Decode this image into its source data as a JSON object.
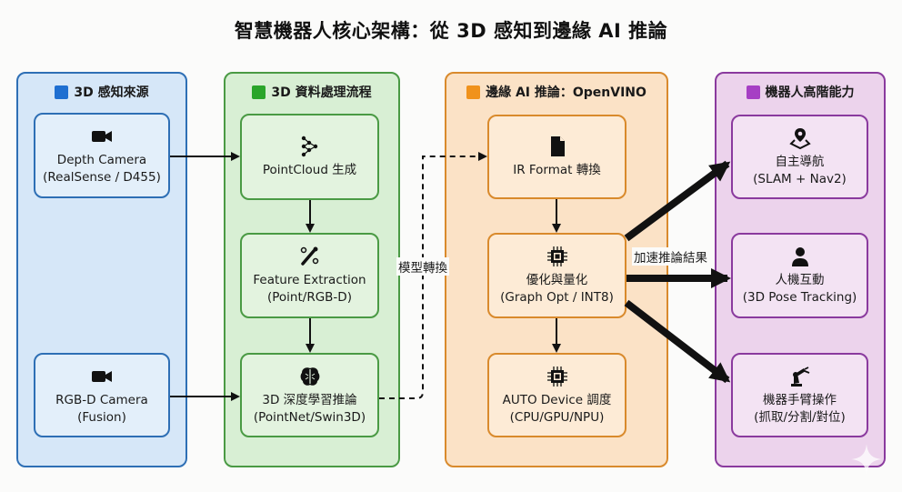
{
  "title": "智慧機器人核心架構：從 3D 感知到邊緣 AI 推論",
  "columns": [
    {
      "id": "perception",
      "header": "3D 感知來源",
      "swatch_color": "#1f6fd1",
      "nodes": [
        {
          "icon": "video-camera-icon",
          "line1": "Depth Camera",
          "line2": "(RealSense / D455)"
        },
        {
          "icon": "video-camera-icon",
          "line1": "RGB-D Camera",
          "line2": "(Fusion)"
        }
      ]
    },
    {
      "id": "processing",
      "header": "3D 資料處理流程",
      "swatch_color": "#2aa52a",
      "nodes": [
        {
          "icon": "neural-network-icon",
          "line1": "PointCloud 生成",
          "line2": ""
        },
        {
          "icon": "tools-icon",
          "line1": "Feature Extraction",
          "line2": "(Point/RGB-D)"
        },
        {
          "icon": "brain-icon",
          "line1": "3D 深度學習推論",
          "line2": "(PointNet/Swin3D)"
        }
      ]
    },
    {
      "id": "edge-ai",
      "header": "邊緣 AI 推論：OpenVINO",
      "swatch_color": "#f0921c",
      "nodes": [
        {
          "icon": "document-icon",
          "line1": "IR Format 轉換",
          "line2": ""
        },
        {
          "icon": "chip-icon",
          "line1": "優化與量化",
          "line2": "(Graph Opt / INT8)"
        },
        {
          "icon": "chip-icon",
          "line1": "AUTO Device 調度",
          "line2": "(CPU/GPU/NPU)"
        }
      ]
    },
    {
      "id": "capabilities",
      "header": "機器人高階能力",
      "swatch_color": "#a63fc4",
      "nodes": [
        {
          "icon": "map-pin-icon",
          "line1": "自主導航",
          "line2": "(SLAM + Nav2)"
        },
        {
          "icon": "person-icon",
          "line1": "人機互動",
          "line2": "(3D Pose Tracking)"
        },
        {
          "icon": "robot-arm-icon",
          "line1": "機器手臂操作",
          "line2": "(抓取/分割/對位)"
        }
      ]
    }
  ],
  "edge_labels": {
    "model_conversion": "模型轉換",
    "accelerated_results": "加速推論結果"
  }
}
